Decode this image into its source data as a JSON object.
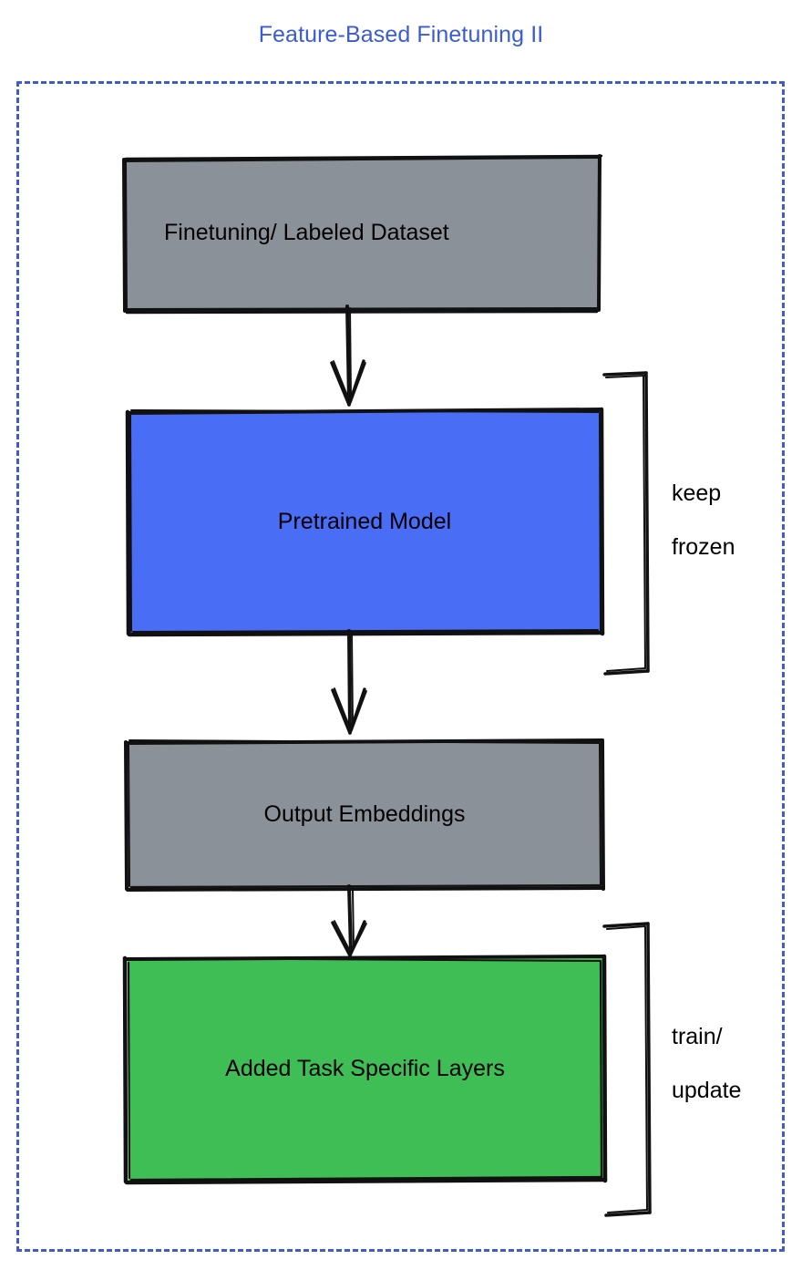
{
  "diagram": {
    "title": "Feature-Based Finetuning II",
    "title_color": "#3b5bd4",
    "frame_color": "#3f5ccd",
    "background": "#ffffff"
  },
  "nodes": [
    {
      "id": "dataset",
      "label": "Finetuning/ Labeled Dataset",
      "fill": "#8b9199",
      "stroke": "#000000",
      "text_color": "#000000"
    },
    {
      "id": "pretrained-model",
      "label": "Pretrained Model",
      "fill": "#4a6df5",
      "stroke": "#000000",
      "text_color": "#000000"
    },
    {
      "id": "output-embeddings",
      "label": "Output Embeddings",
      "fill": "#8b9199",
      "stroke": "#000000",
      "text_color": "#000000"
    },
    {
      "id": "task-layers",
      "label": "Added Task Specific Layers",
      "fill": "#3fbe55",
      "stroke": "#000000",
      "text_color": "#000000"
    }
  ],
  "annotations": [
    {
      "id": "keep-frozen",
      "line1": "keep",
      "line2": "frozen"
    },
    {
      "id": "train-update",
      "line1": "train/",
      "line2": "update"
    }
  ],
  "flow": {
    "edges": [
      {
        "from": "dataset",
        "to": "pretrained-model"
      },
      {
        "from": "pretrained-model",
        "to": "output-embeddings"
      },
      {
        "from": "output-embeddings",
        "to": "task-layers"
      }
    ]
  }
}
